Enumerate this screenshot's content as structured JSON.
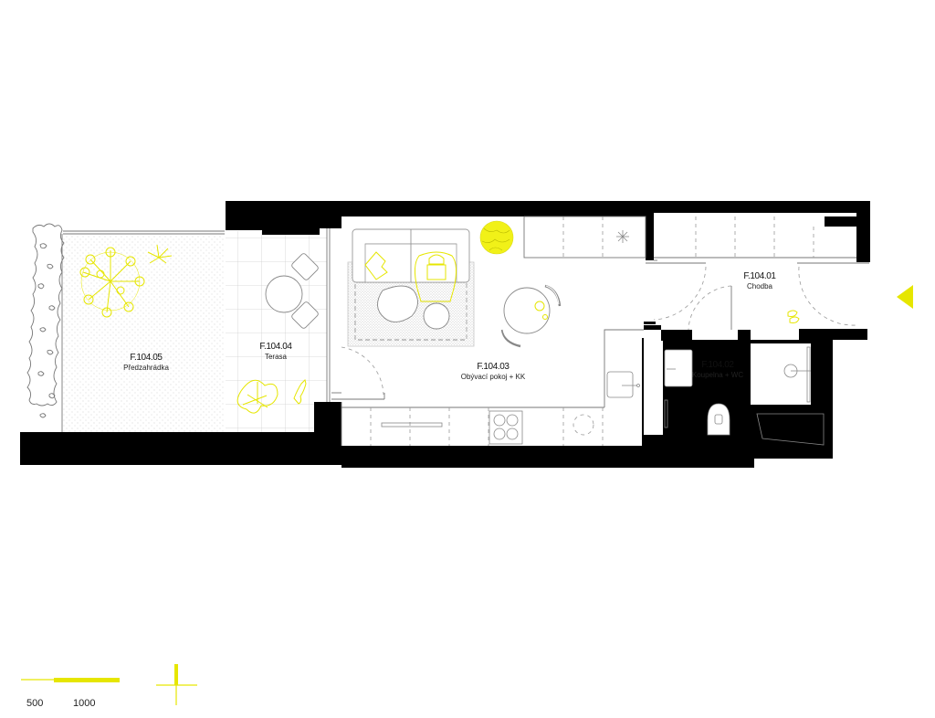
{
  "plan": {
    "rooms": [
      {
        "code": "F.104.01",
        "name": "Chodba"
      },
      {
        "code": "F.104.02",
        "name": "Koupelna + WC"
      },
      {
        "code": "F.104.03",
        "name": "Obývací pokoj + KK"
      },
      {
        "code": "F.104.04",
        "name": "Terasa"
      },
      {
        "code": "F.104.05",
        "name": "Předzahrádka"
      }
    ],
    "entrance_marker": "entrance-arrow",
    "accent_color": "#e6e600"
  },
  "scale_bar": {
    "labels": [
      "500",
      "1000"
    ]
  },
  "north_marker": "north-cross"
}
